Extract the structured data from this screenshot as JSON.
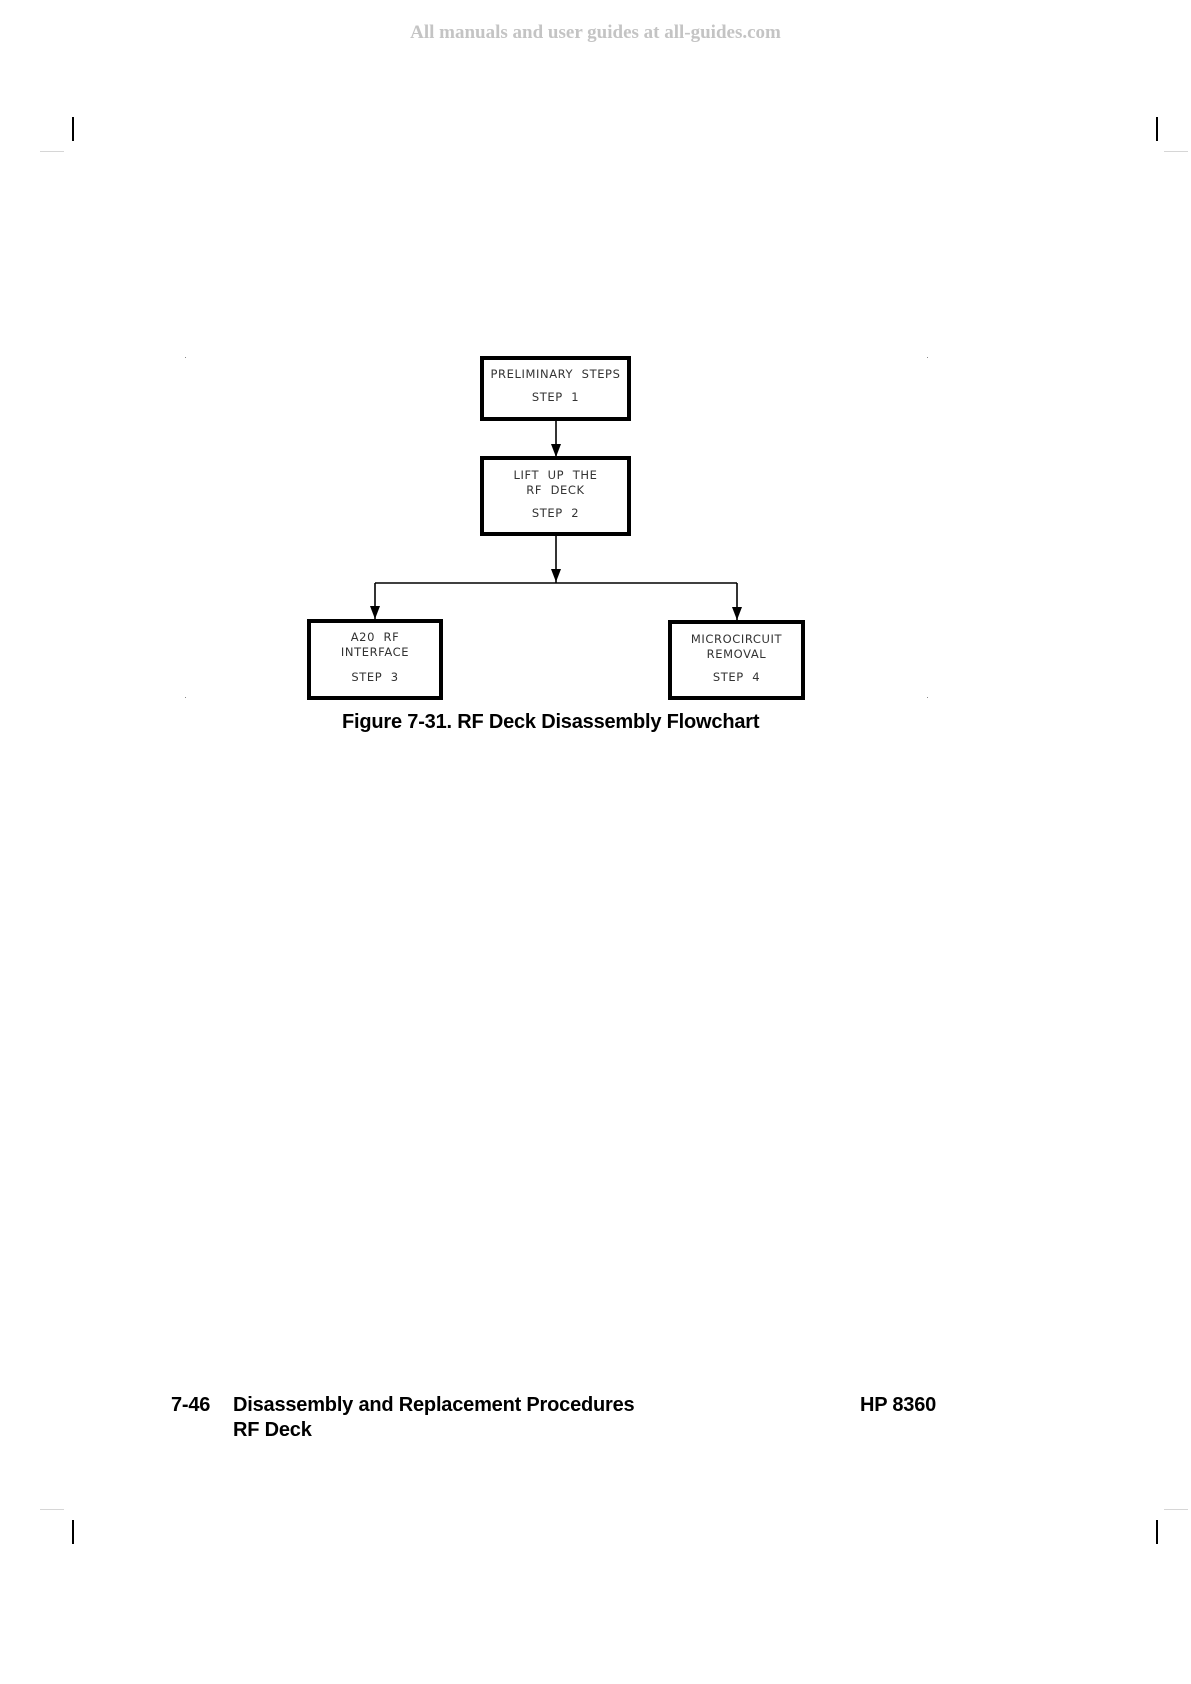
{
  "watermark": "All manuals and user guides at all-guides.com",
  "flowchart": {
    "boxes": [
      {
        "lines": [
          "PRELIMINARY  STEPS"
        ],
        "step": "STEP  1"
      },
      {
        "lines": [
          "LIFT  UP  THE",
          "RF  DECK"
        ],
        "step": "STEP  2"
      },
      {
        "lines": [
          "A20  RF",
          "INTERFACE"
        ],
        "step": "STEP  3"
      },
      {
        "lines": [
          "MICROCIRCUIT",
          "REMOVAL"
        ],
        "step": "STEP  4"
      }
    ]
  },
  "figure_caption": "Figure 7-31. RF Deck Disassembly Flowchart",
  "footer": {
    "page_number": "7-46",
    "chapter_title": "Disassembly and Replacement Procedures",
    "section_title": "RF Deck",
    "product": "HP 8360"
  }
}
